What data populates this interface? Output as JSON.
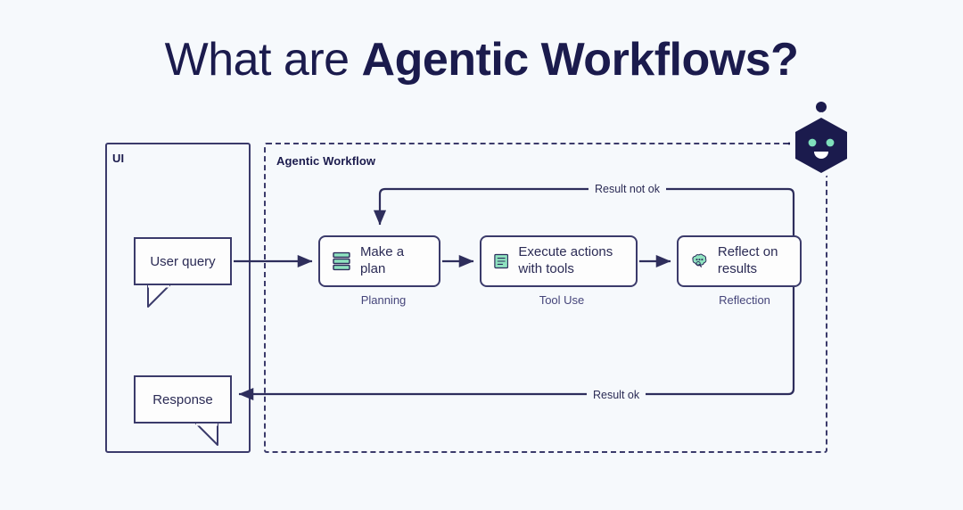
{
  "page": {
    "background_color": "#f6f9fc",
    "ink_color": "#1b1b4d",
    "accent_green": "#8fe3c0",
    "line_color": "#3b3b6b"
  },
  "title": {
    "light_part": "What are ",
    "bold_part": "Agentic Workflows?"
  },
  "ui_panel": {
    "label": "UI",
    "user_query": "User query",
    "response": "Response"
  },
  "workflow_panel": {
    "label": "Agentic Workflow",
    "steps": [
      {
        "text": "Make a plan",
        "caption": "Planning",
        "icon": "stacked-layers-icon"
      },
      {
        "text": "Execute actions with tools",
        "caption": "Tool Use",
        "icon": "document-lines-icon"
      },
      {
        "text": "Reflect on results",
        "caption": "Reflection",
        "icon": "thought-bubble-magnifier-icon"
      }
    ]
  },
  "edges": {
    "result_not_ok": "Result not ok",
    "result_ok": "Result ok"
  },
  "logo": {
    "name": "robot-hexagon-logo",
    "body_color": "#1b1b4d",
    "eye_color": "#7fe0bb"
  }
}
